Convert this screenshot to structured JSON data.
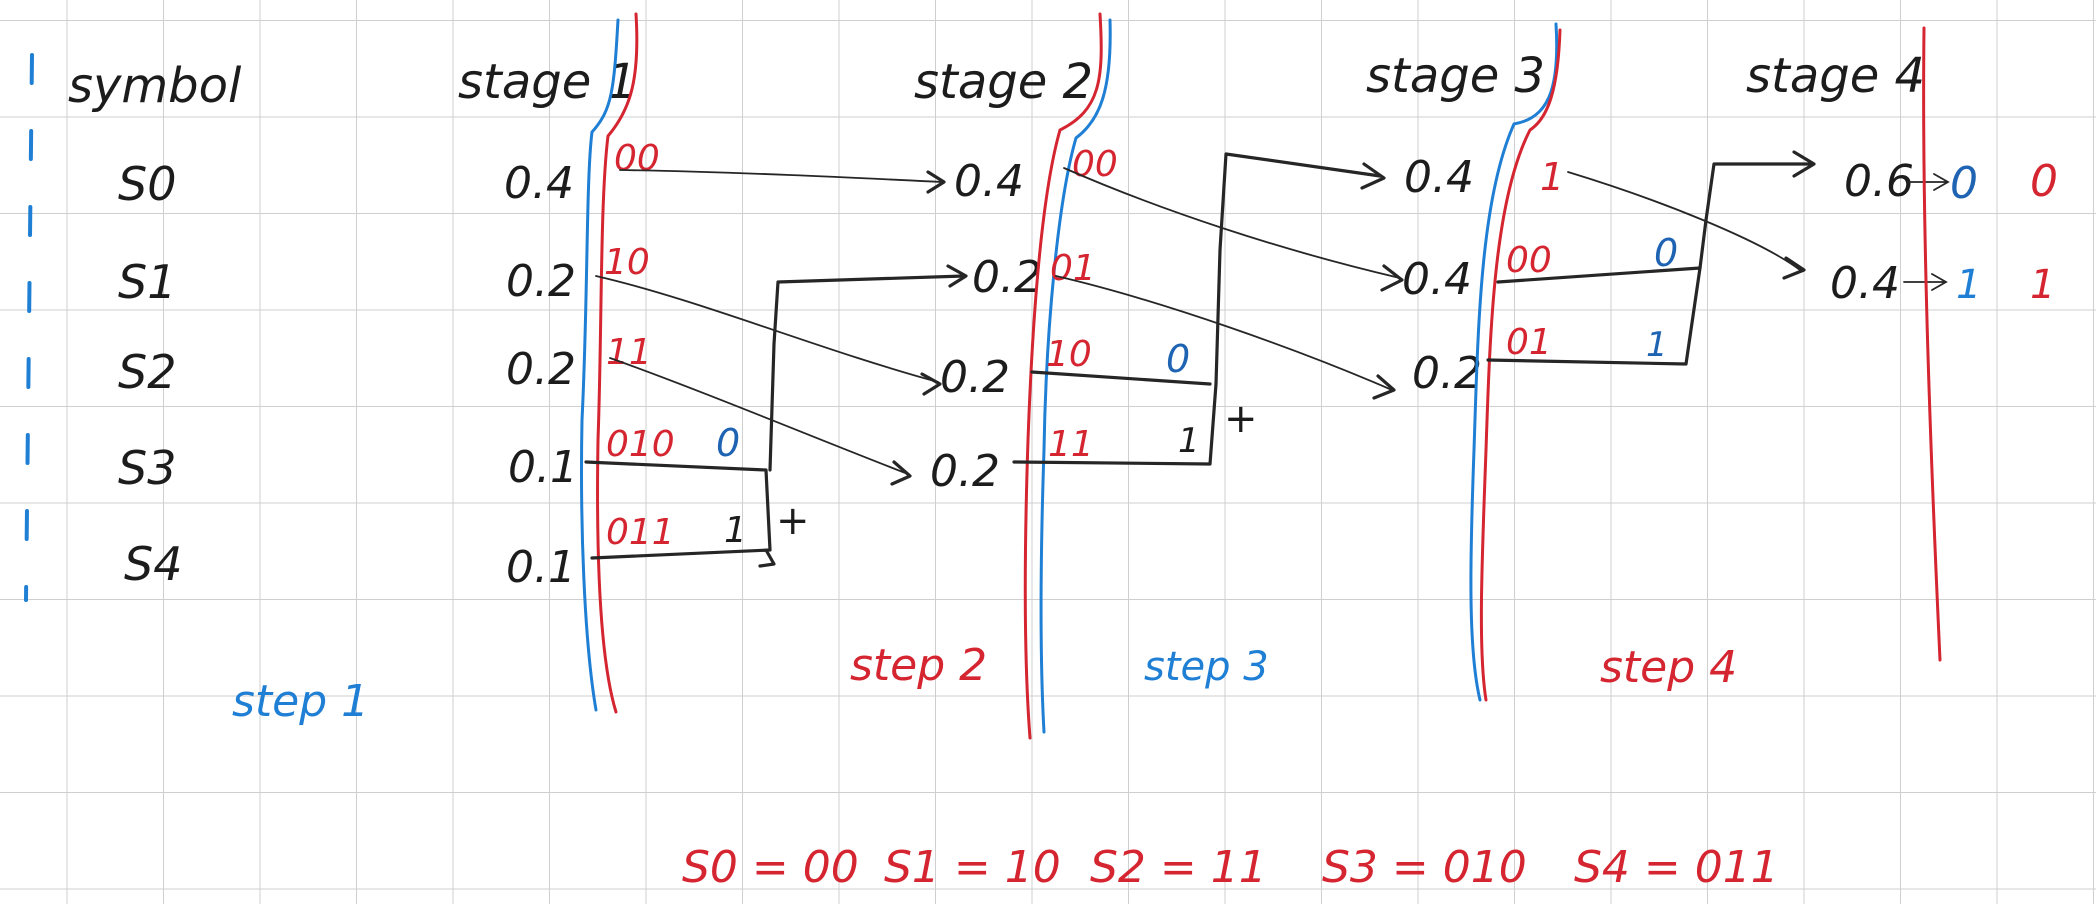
{
  "headers": {
    "symbol": "symbol",
    "stage1": "stage 1",
    "stage2": "stage 2",
    "stage3": "stage 3",
    "stage4": "stage 4"
  },
  "symbols": [
    "S0",
    "S1",
    "S2",
    "S3",
    "S4"
  ],
  "stage1": {
    "probs": [
      "0.4",
      "0.2",
      "0.2",
      "0.1",
      "0.1"
    ],
    "codes": [
      "00",
      "10",
      "11",
      "010",
      "011"
    ],
    "merge_bits": [
      "0",
      "1"
    ],
    "plus": "+"
  },
  "stage2": {
    "probs": [
      "0.4",
      "0.2",
      "0.2",
      "0.2"
    ],
    "codes": [
      "00",
      "01",
      "10",
      "11"
    ],
    "merge_bits": [
      "0",
      "1"
    ],
    "plus": "+"
  },
  "stage3": {
    "probs": [
      "0.4",
      "0.4",
      "0.2"
    ],
    "codes": [
      "1",
      "00",
      "01"
    ],
    "merge_bits": [
      "0",
      "1"
    ]
  },
  "stage4": {
    "probs": [
      "0.6",
      "0.4"
    ],
    "bits_blue": [
      "0",
      "1"
    ],
    "bits_red": [
      "0",
      "1"
    ]
  },
  "steps": {
    "step1": "step 1",
    "step2": "step 2",
    "step3": "step 3",
    "step4": "step 4"
  },
  "summary": [
    "S0 = 00",
    "S1 = 10",
    "S2 = 11",
    "S3 = 010",
    "S4 = 011"
  ],
  "colors": {
    "ink_black": "#1c1c1c",
    "ink_red": "#d42530",
    "ink_blue": "#1f7fd4",
    "grid": "#cfcfcf"
  }
}
